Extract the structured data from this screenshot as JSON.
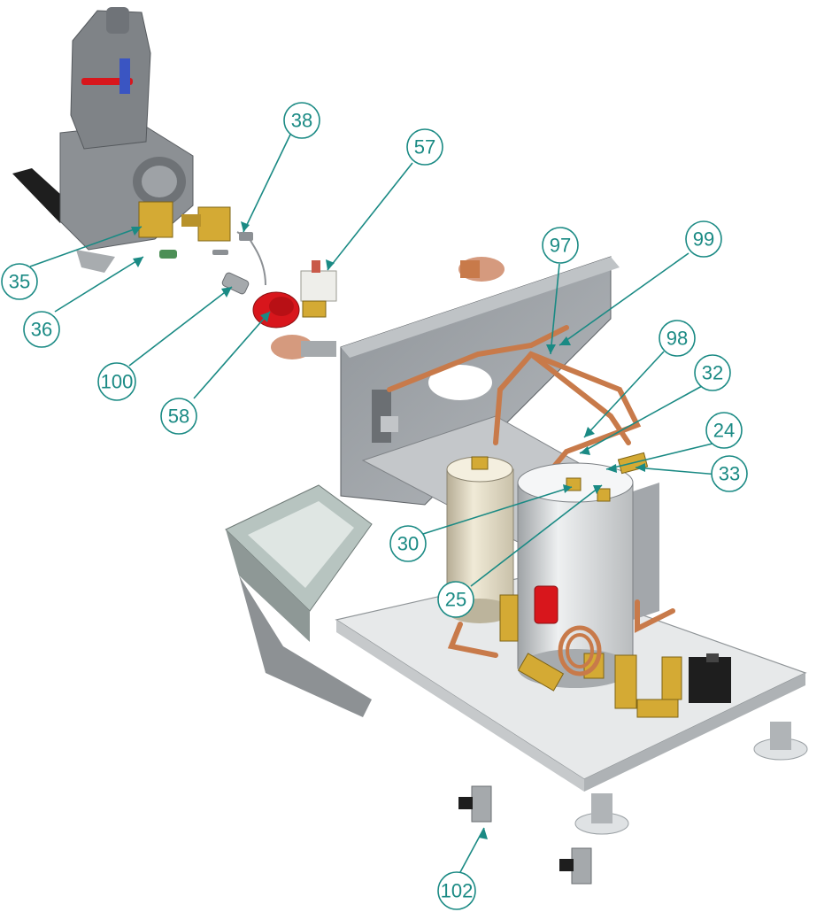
{
  "callouts": [
    {
      "id": "c35",
      "label": "35"
    },
    {
      "id": "c36",
      "label": "36"
    },
    {
      "id": "c38",
      "label": "38"
    },
    {
      "id": "c57",
      "label": "57"
    },
    {
      "id": "c100",
      "label": "100"
    },
    {
      "id": "c58",
      "label": "58"
    },
    {
      "id": "c97",
      "label": "97"
    },
    {
      "id": "c99",
      "label": "99"
    },
    {
      "id": "c98",
      "label": "98"
    },
    {
      "id": "c32",
      "label": "32"
    },
    {
      "id": "c24",
      "label": "24"
    },
    {
      "id": "c33",
      "label": "33"
    },
    {
      "id": "c30",
      "label": "30"
    },
    {
      "id": "c25",
      "label": "25"
    },
    {
      "id": "c102",
      "label": "102"
    }
  ],
  "colors": {
    "callout_teal": "#1a8a84",
    "frame_steel": "#9aa0a6",
    "copper_pipe": "#c87a4a",
    "brass": "#d6a83a",
    "red_part": "#d8161c"
  }
}
